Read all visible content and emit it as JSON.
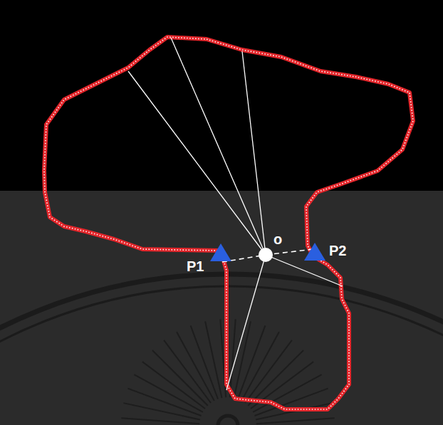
{
  "diagram": {
    "labels": [
      "P1",
      "P2",
      "o"
    ]
  }
}
